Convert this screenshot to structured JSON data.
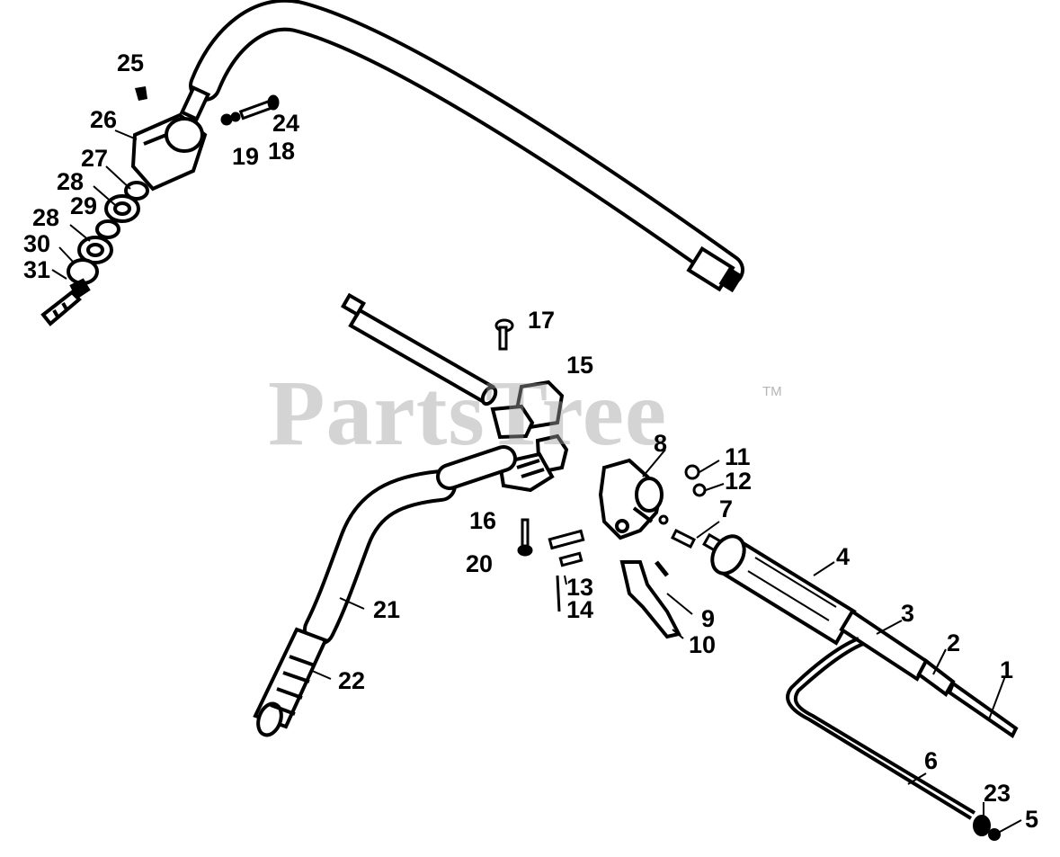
{
  "watermark": {
    "text": "PartsTree",
    "tm": "TM"
  },
  "callouts": {
    "c1": "1",
    "c2": "2",
    "c3": "3",
    "c4": "4",
    "c5": "5",
    "c6": "6",
    "c7": "7",
    "c8": "8",
    "c9": "9",
    "c10": "10",
    "c11": "11",
    "c12": "12",
    "c13": "13",
    "c14": "14",
    "c15": "15",
    "c16": "16",
    "c17": "17",
    "c18": "18",
    "c19": "19",
    "c20": "20",
    "c21": "21",
    "c22": "22",
    "c23": "23",
    "c24": "24",
    "c25": "25",
    "c26": "26",
    "c27": "27",
    "c28a": "28",
    "c28b": "28",
    "c29": "29",
    "c30": "30",
    "c31": "31"
  },
  "colors": {
    "ink": "#000000",
    "watermark": "#a0a0a0"
  }
}
